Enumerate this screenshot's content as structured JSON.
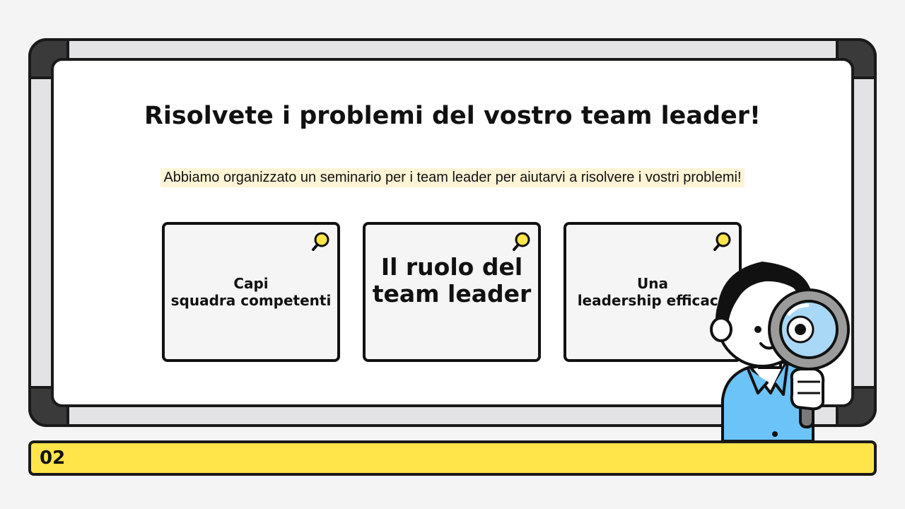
{
  "title": "Risolvete i problemi del vostro team leader!",
  "subtitle": "Abbiamo organizzato un seminario per i team leader per aiutarvi a risolvere i vostri problemi!",
  "cards": [
    {
      "line1": "Capi",
      "line2": "squadra competenti",
      "icon": "magnifier-icon"
    },
    {
      "line1": "Il ruolo del",
      "line2": "team leader",
      "icon": "magnifier-icon"
    },
    {
      "line1": "Una",
      "line2": "leadership efficace",
      "icon": "magnifier-icon"
    }
  ],
  "page_number": "02",
  "colors": {
    "accent_yellow": "#ffe54a",
    "outline": "#1a1a1a",
    "frame_gray": "#e3e3e6",
    "highlight": "#fff4d6",
    "shirt_blue": "#6cc3f7",
    "lens_blue": "#a8d8f5"
  },
  "illustration": "person-with-magnifier-illustration"
}
